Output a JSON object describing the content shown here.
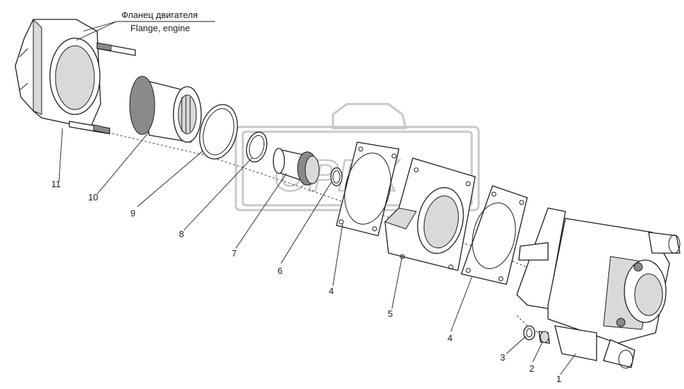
{
  "header": {
    "label_ru": "Фланец двигателя",
    "label_en": "Flange, engine"
  },
  "watermark": {
    "text": "OPEX"
  },
  "callouts": [
    {
      "id": "11",
      "text": "11"
    },
    {
      "id": "10",
      "text": "10"
    },
    {
      "id": "9",
      "text": "9"
    },
    {
      "id": "8",
      "text": "8"
    },
    {
      "id": "7",
      "text": "7"
    },
    {
      "id": "6",
      "text": "6"
    },
    {
      "id": "4a",
      "text": "4"
    },
    {
      "id": "5",
      "text": "5"
    },
    {
      "id": "4b",
      "text": "4"
    },
    {
      "id": "3",
      "text": "3"
    },
    {
      "id": "2",
      "text": "2"
    },
    {
      "id": "1",
      "text": "1"
    }
  ]
}
